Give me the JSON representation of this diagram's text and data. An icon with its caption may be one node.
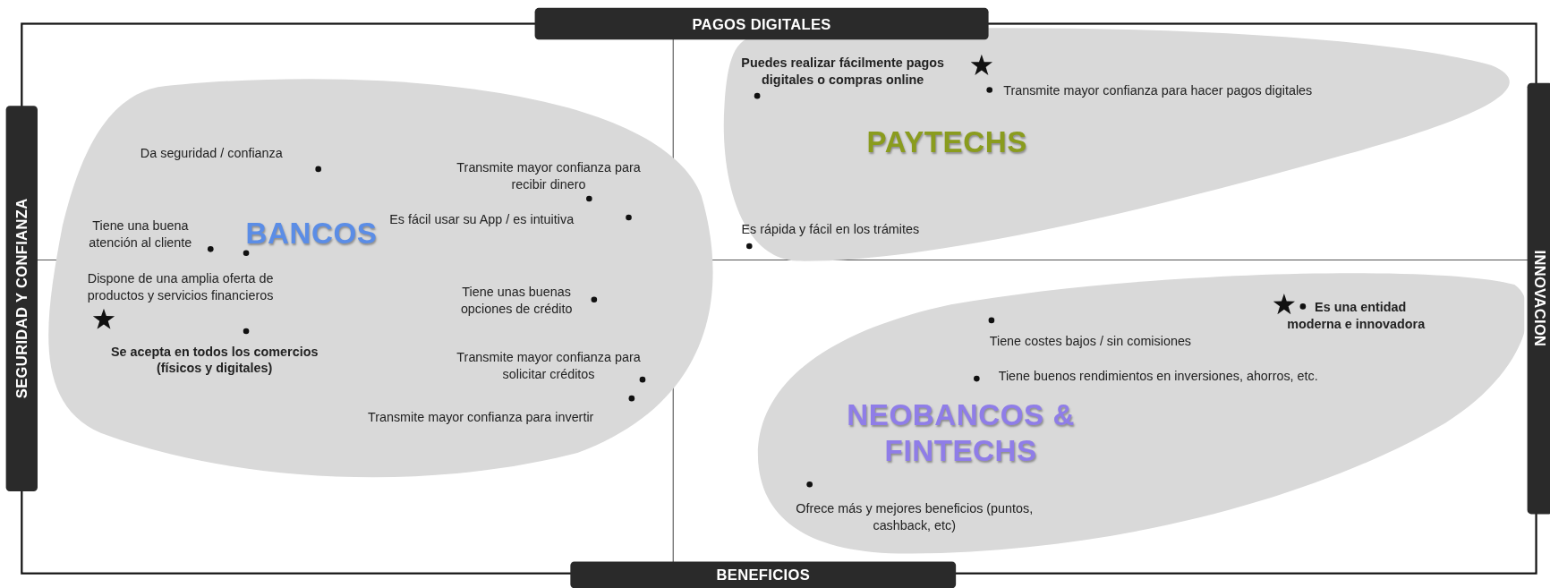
{
  "diagram": {
    "nodes": [
      {
        "text": [
          "PAGOS DIGITALES"
        ]
      },
      {
        "text": [
          "SEGURIDAD Y CONFIANZA"
        ]
      },
      {
        "text": [
          "BANCOS"
        ]
      },
      {
        "text": [
          "PAYTECHS"
        ]
      },
      {
        "text": [
          "INNOVACION"
        ]
      },
      {
        "text": [
          "NEOBANCOS & FINTECHS"
        ]
      },
      {
        "text": [
          "BENEFICIOS"
        ]
      }
    ],
    "labels": [
      "Puedes realizar fácilmente pagos digitales o compras online",
      "Transmite mayor confianza para hacer pagos digitales",
      "Da seguridad / confianza",
      "Transmite mayor confianza para recibir dinero",
      "Tiene una buena atención al cliente",
      "Es fácil usar su App / es intuitiva",
      "Es rápida y fácil en los trámites",
      "Dispone de una amplia oferta de productos y servicios financieros",
      "Tiene unas buenas opciones de crédito",
      "Es una entidad moderna e innovadora",
      "Tiene costes bajos / sin comisiones",
      "Se acepta en todos los comercios (físicos y digitales)",
      "Transmite mayor confianza para solicitar créditos",
      "Tiene buenos rendimientos en inversiones, ahorros, etc.",
      "Transmite mayor confianza para invertir",
      "Ofrece más y mejores beneficios (puntos, cashback, etc)"
    ]
  }
}
